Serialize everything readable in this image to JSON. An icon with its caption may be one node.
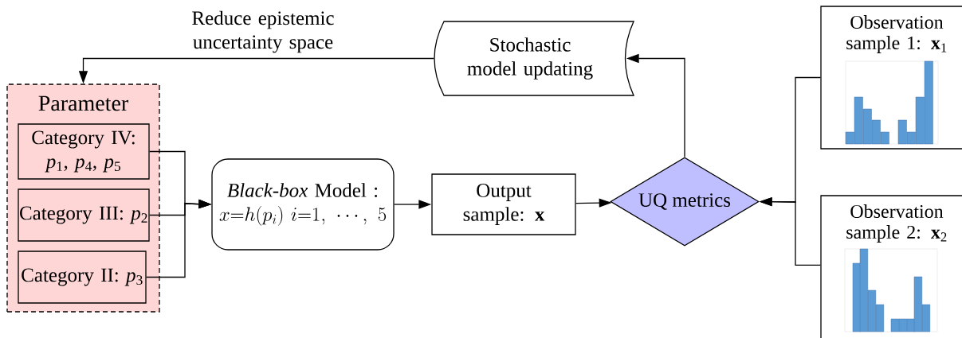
{
  "diagram": {
    "nodes": [
      {
        "text": [
          "Parameter"
        ]
      },
      {
        "text": [
          "Category IV: *p*$_{1}$, *p*$_{4}$, *p*$_{5}$"
        ],
        "in": 0
      },
      {
        "text": [
          "Category III: *p*$_{2}$"
        ],
        "in": 0
      },
      {
        "text": [
          "Category II: *p*$_{3}$"
        ],
        "in": 0
      },
      {
        "text": [
          "*Black-box* Model :",
          "x{=}h(p_{i})\\ i{=}1,\\ \\cdots,\\ 5"
        ]
      },
      {
        "text": [
          "Output sample: **x**"
        ]
      },
      {
        "text": [
          "UQ metrics"
        ]
      },
      {
        "text": [
          "Stochastic model updating"
        ]
      },
      {
        "text": [
          "Observation sample 1: **x**$_{1}$"
        ]
      },
      {
        "text": [
          "Observation sample 2: **x**$_{2}$"
        ]
      }
    ],
    "edges": [
      {
        "from": 1,
        "to": 4,
        "arrow": "to"
      },
      {
        "from": 2,
        "to": 4,
        "arrow": "to"
      },
      {
        "from": 3,
        "to": 4,
        "arrow": "to"
      },
      {
        "from": 4,
        "to": 5,
        "arrow": "to"
      },
      {
        "from": 5,
        "to": 6,
        "arrow": "to"
      },
      {
        "from": 6,
        "to": 7,
        "arrow": "to"
      },
      {
        "from": 8,
        "to": 6,
        "arrow": "to"
      },
      {
        "from": 9,
        "to": 6,
        "arrow": "to"
      },
      {
        "from": 7,
        "to": 0,
        "arrow": "to",
        "label": "Reduce epistemic uncertainty space"
      }
    ]
  }
}
